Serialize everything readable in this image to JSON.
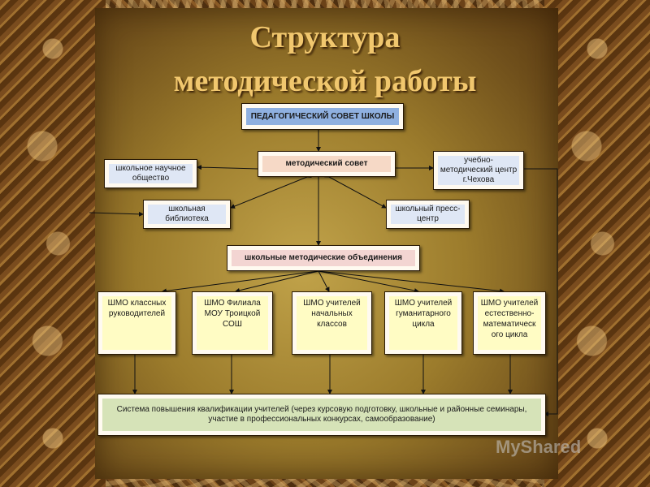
{
  "title": {
    "line1": "Структура",
    "line2": "методической работы"
  },
  "nodes": {
    "ped_sovet": "ПЕДАГОГИЧЕСКИЙ СОВЕТ ШКОЛЫ",
    "metod_sovet": "методический совет",
    "nauchnoe": "школьное научное общество",
    "centr": "учебно-методический центр г.Чехова",
    "biblioteka": "школьная библиотека",
    "press": "школьный пресс-центр",
    "shmo_main": "школьные методические объединения",
    "shmo1": "ШМО классных руководителей",
    "shmo2": "ШМО Филиала МОУ Троицкой СОШ",
    "shmo3": "ШМО учителей начальных классов",
    "shmo4": "ШМО учителей гуманитарного цикла",
    "shmo5": "ШМО учителей естественно-математическ ого цикла",
    "system": "Система повышения квалификации учителей (через курсовую подготовку, школьные и районные семинары, участие в профессиональных конкурсах, самообразование)"
  },
  "colors": {
    "ped_sovet_fill": "#8fb0e0",
    "metod_sovet_fill": "#f6d9c6",
    "light_blue_fill": "#dfe7f5",
    "shmo_main_fill": "#f3d5d2",
    "shmo_fill": "#fffcc4",
    "system_fill": "#d6e3b8",
    "title_color": "#f1c76e"
  },
  "watermark": "MyShared"
}
